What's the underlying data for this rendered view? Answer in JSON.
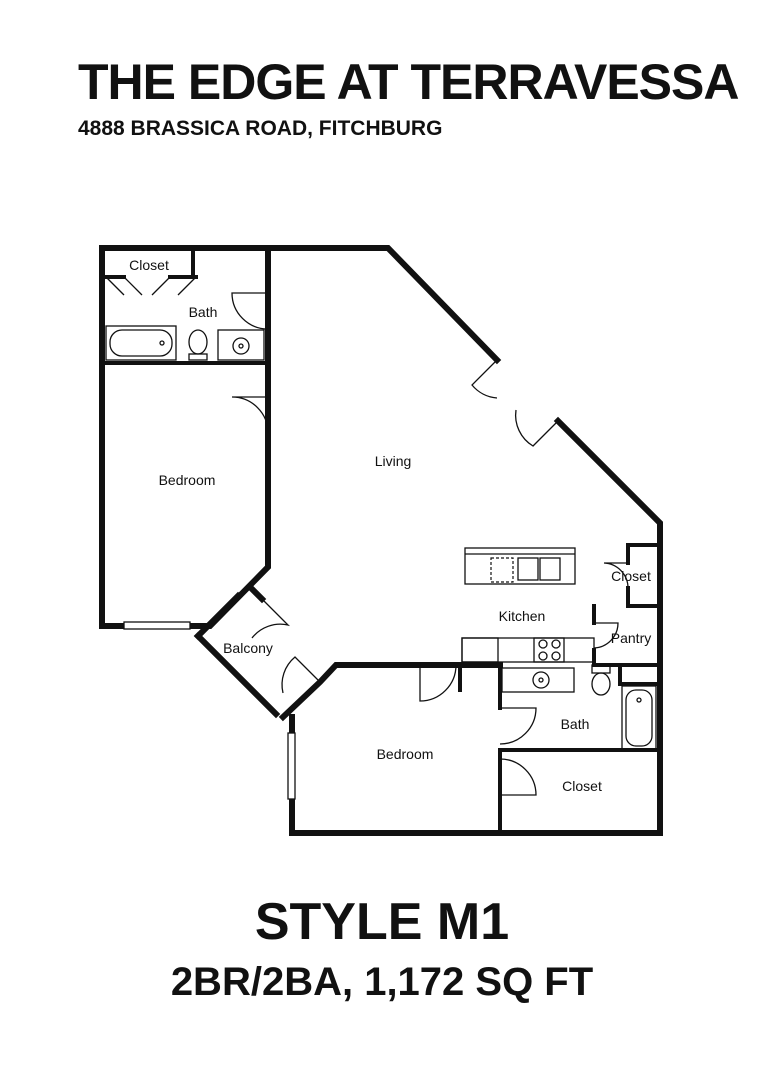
{
  "header": {
    "title": "THE EDGE AT TERRAVESSA",
    "address": "4888 BRASSICA ROAD, FITCHBURG"
  },
  "rooms": {
    "closet_1": "Closet",
    "bath_1": "Bath",
    "bedroom_1": "Bedroom",
    "living": "Living",
    "kitchen": "Kitchen",
    "closet_2": "Closet",
    "pantry": "Pantry",
    "balcony": "Balcony",
    "bedroom_2": "Bedroom",
    "bath_2": "Bath",
    "closet_3": "Closet"
  },
  "footer": {
    "style_name": "STYLE M1",
    "description": "2BR/2BA, 1,172 SQ FT"
  },
  "colors": {
    "ink": "#111111",
    "background": "#ffffff"
  }
}
